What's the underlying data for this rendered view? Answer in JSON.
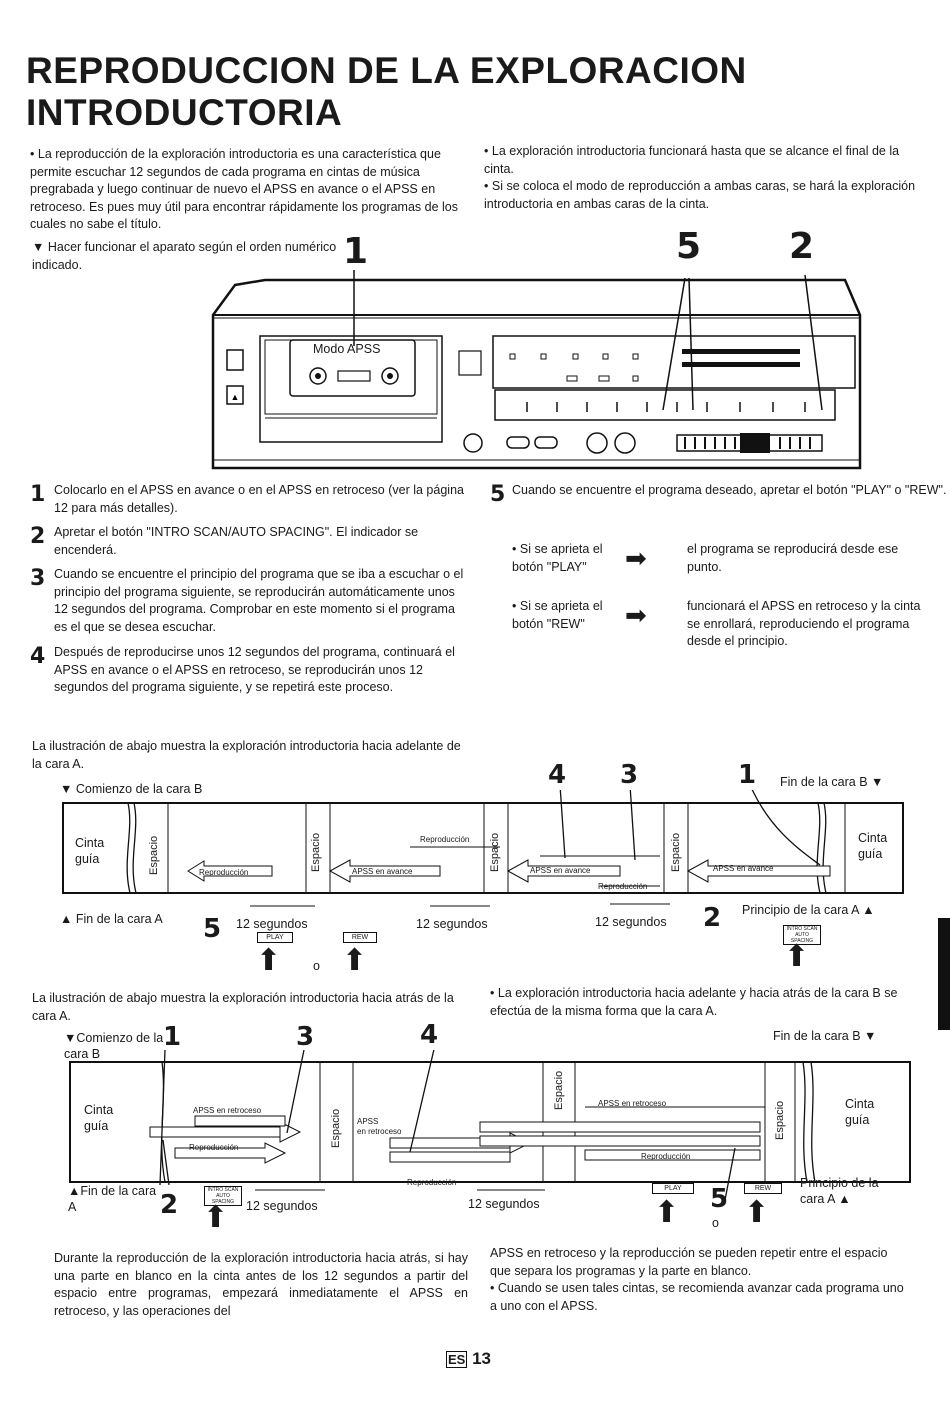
{
  "title_line1": "REPRODUCCION DE LA EXPLORACION",
  "title_line2": "INTRODUCTORIA",
  "intro_left": "La reproducción de la exploración introductoria es una característica que permite escuchar 12 segundos de cada programa en cintas de música pregrabada y luego continuar de nuevo el APSS en avance o el APSS en retroceso. Es pues muy útil para encontrar rápidamente los programas de los cuales no sabe el título.",
  "intro_right_1": "La exploración introductoria funcionará hasta que se alcance el final de la cinta.",
  "intro_right_2": "Si se coloca el modo de reproducción a ambas caras, se hará la exploración introductoria en ambas caras de la cinta.",
  "operate_note": "Hacer funcionar el aparato según el orden numérico indicado.",
  "device": {
    "mode_label": "Modo APSS",
    "callout_1": "1",
    "callout_5": "5",
    "callout_2": "2"
  },
  "steps": [
    {
      "num": "1",
      "text": "Colocarlo en el APSS en avance o en el APSS en retroceso (ver la página 12 para más detalles)."
    },
    {
      "num": "2",
      "text": "Apretar el botón \"INTRO SCAN/AUTO SPACING\". El indicador se encenderá."
    },
    {
      "num": "3",
      "text": "Cuando se encuentre el principio del programa que se iba a escuchar o el principio del programa siguiente, se reproducirán automáticamente unos 12 segundos del programa. Comprobar en este momento si el programa es el que se desea escuchar."
    },
    {
      "num": "4",
      "text": "Después de reproducirse unos 12 segundos del programa, continuará el APSS en avance o el APSS en retroceso, se reproducirán unos 12 segundos del programa siguiente, y se repetirá este proceso."
    },
    {
      "num": "5",
      "text": "Cuando se encuentre el programa deseado, apretar el botón \"PLAY\" o \"REW\"."
    }
  ],
  "step5_options": [
    {
      "cond": "Si se aprieta el botón \"PLAY\"",
      "result": "el programa se reproducirá desde ese punto."
    },
    {
      "cond": "Si se aprieta el botón \"REW\"",
      "result": "funcionará el APSS en retroceso y la cinta se enrollará, reproduciendo el programa desde el principio."
    }
  ],
  "diagram1": {
    "caption": "La ilustración de abajo muestra la exploración introductoria hacia adelante de la cara A.",
    "start_b": "Comienzo de la cara B",
    "end_b": "Fin de la cara B",
    "end_a": "Fin de la cara A",
    "start_a": "Principio de la cara A",
    "leader_left": "Cinta guía",
    "leader_right": "Cinta guía",
    "space": "Espacio",
    "playback": "Reproducción",
    "apss_forward": "APSS en avance",
    "twelve_sec": "12 segundos",
    "play_btn": "PLAY",
    "rew_btn": "REW",
    "intro_btn": "INTRO SCAN AUTO SPACING",
    "or": "o",
    "callouts": [
      "4",
      "3",
      "1",
      "5",
      "2"
    ]
  },
  "diagram1_note": "La exploración introductoria hacia adelante y hacia atrás de la cara B se efectúa de la misma forma que la cara A.",
  "diagram2": {
    "caption": "La ilustración de abajo muestra la exploración introductoria hacia atrás de la cara A.",
    "start_b": "Comienzo de la cara B",
    "end_b": "Fin de la cara B",
    "end_a": "Fin de la cara A",
    "start_a": "Principio de la cara A",
    "leader_left": "Cinta guía",
    "leader_right": "Cinta guía",
    "space": "Espacio",
    "playback": "Reproducción",
    "apss_rewind": "APSS en retroceso",
    "apss_line1": "APSS",
    "apss_line2": "en retroceso",
    "twelve_sec": "12 segundos",
    "play_btn": "PLAY",
    "rew_btn": "REW",
    "intro_btn": "INTRO SCAN AUTO SPACING",
    "or": "o",
    "callouts": [
      "1",
      "3",
      "4",
      "2",
      "5"
    ]
  },
  "bottom_left": "Durante la reproducción de la exploración introductoria hacia atrás, si hay una parte en blanco en la cinta antes de los 12 segundos a partir del espacio entre programas, empezará inmediatamente el APSS en retroceso, y las operaciones del",
  "bottom_right_1": "APSS en retroceso y la reproducción se pueden repetir entre el espacio que separa los programas y la parte en blanco.",
  "bottom_right_2": "Cuando se usen tales cintas, se recomienda avanzar cada programa uno a uno con el APSS.",
  "page_lang": "ES",
  "page_num": "13"
}
